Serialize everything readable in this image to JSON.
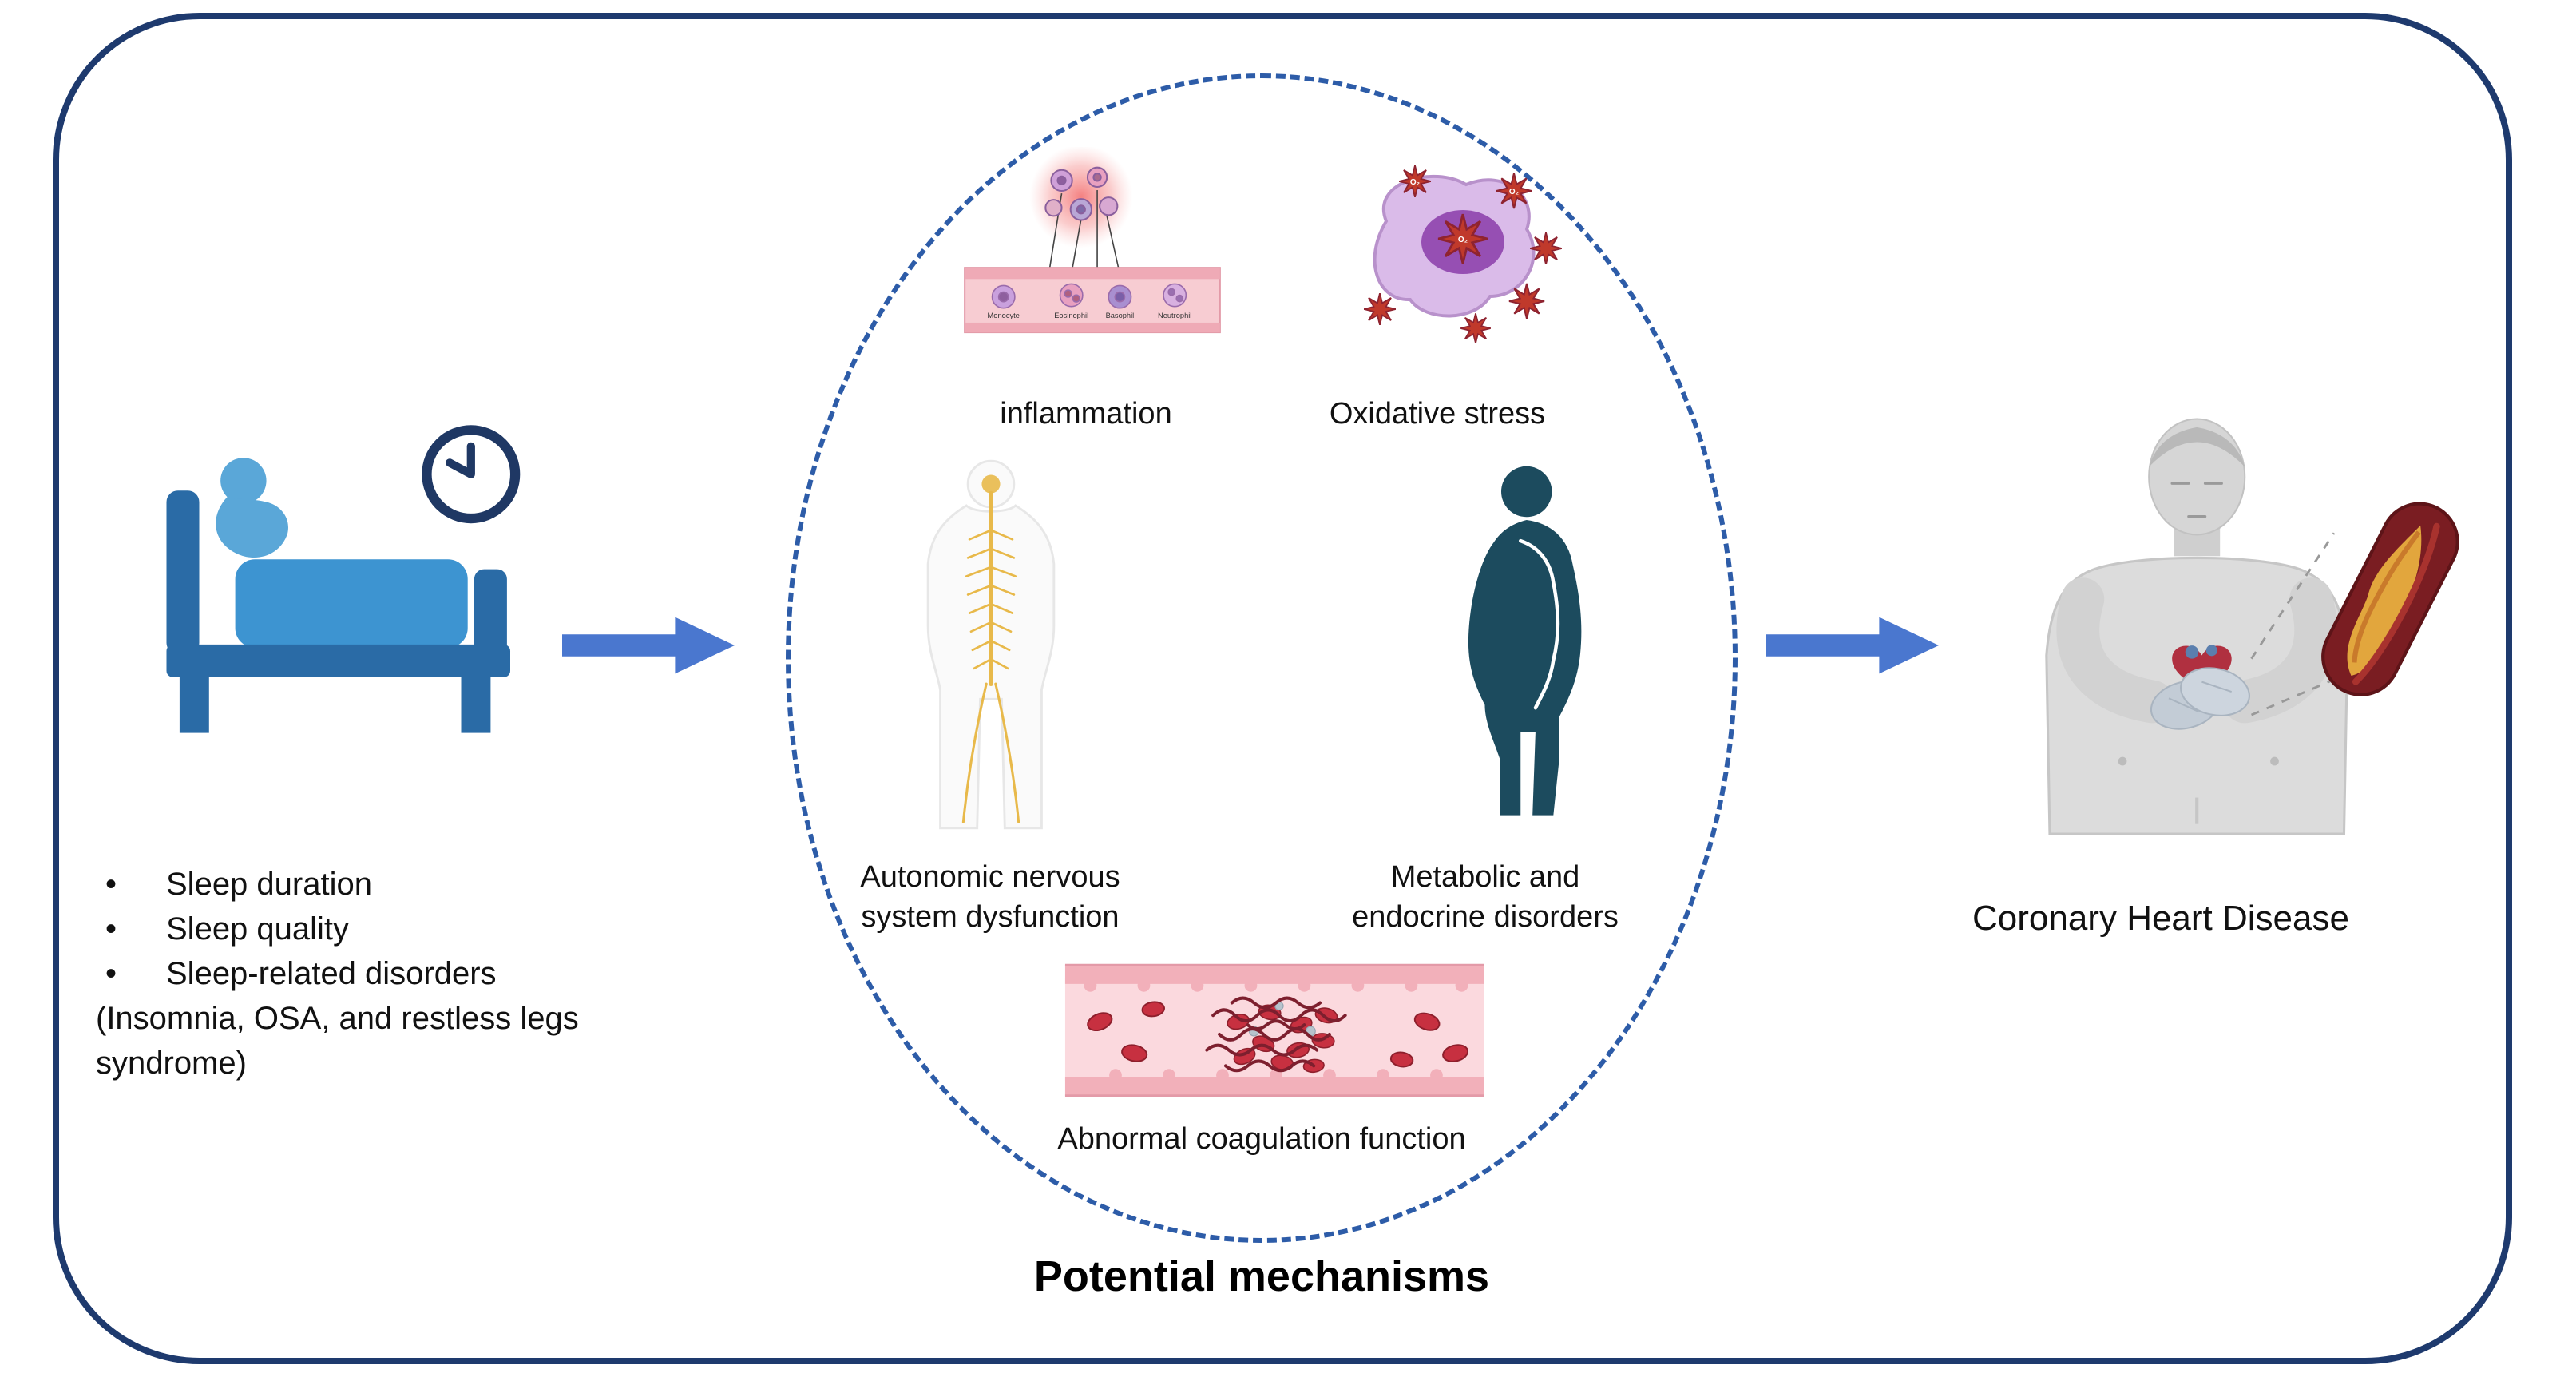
{
  "sleep_factors": {
    "bullet": "•",
    "items": [
      "Sleep duration",
      "Sleep quality",
      "Sleep-related disorders"
    ],
    "note_line1": "(Insomnia, OSA, and restless legs",
    "note_line2": "syndrome)"
  },
  "mechanisms": {
    "title": "Potential mechanisms",
    "inflammation": {
      "label": "inflammation",
      "cells": [
        "Monocyte",
        "Eosinophil",
        "Basophil",
        "Neutrophil"
      ]
    },
    "oxidative_stress": {
      "label": "Oxidative stress",
      "radical": "O₂"
    },
    "autonomic": {
      "line1": "Autonomic nervous",
      "line2": "system dysfunction"
    },
    "metabolic": {
      "line1": "Metabolic and",
      "line2": "endocrine disorders"
    },
    "coagulation": {
      "label": "Abnormal coagulation function"
    }
  },
  "outcome": {
    "label": "Coronary Heart Disease"
  },
  "colors": {
    "frame_navy": "#1e3a6e",
    "arrow_blue": "#4a77cf",
    "ellipse_dash_blue": "#2d5ca8",
    "bed_frame_blue": "#2a6ba6",
    "bed_blanket_blue": "#3d94d1",
    "sleeper_blue": "#5aa7d8",
    "teal_silhouette": "#1c4b5e",
    "vessel_pink": "#fbd9de",
    "rbc_red": "#c73040",
    "clot_dark_red": "#7d1f2e",
    "nerve_yellow": "#e8b94a",
    "macrophage_purple": "#d9b8e8",
    "plaque_yellow": "#e2a63d"
  }
}
